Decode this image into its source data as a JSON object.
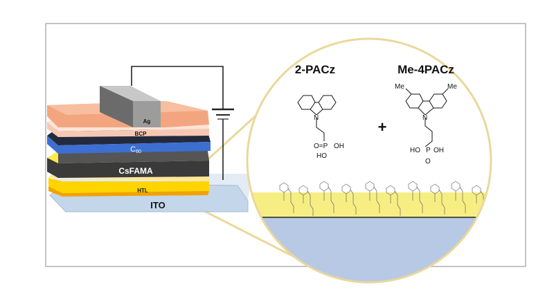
{
  "layers": {
    "ag": "Ag",
    "bcp": "BCP",
    "c60_base": "C",
    "c60_sub": "60",
    "perovskite": "CsFAMA",
    "htl": "HTL",
    "ito": "ITO"
  },
  "molecules": {
    "left_name": "2-PACz",
    "right_name": "Me-4PACz",
    "plus": "+",
    "left_nitrogen": "N",
    "right_nitrogen": "N",
    "methyl_left": "Me",
    "methyl_right": "Me",
    "left_phos_top": "O=P",
    "left_oh_right": "OH",
    "left_ho": "HO",
    "right_ho": "HO",
    "right_p": "P",
    "right_oh": "OH",
    "right_o": "O"
  },
  "colors": {
    "frame": "#8a8a8a",
    "ag": "#9c9c9c",
    "bcp": "#f5c8b4",
    "c60": "#3c6fd1",
    "perovskite": "#3a3a3a",
    "htl": "#ffd400",
    "ito": "#c3d6ea",
    "zoom_outline": "#ead89a",
    "sam_band": "#f7ee83",
    "substrate": "#b7c9e4"
  }
}
